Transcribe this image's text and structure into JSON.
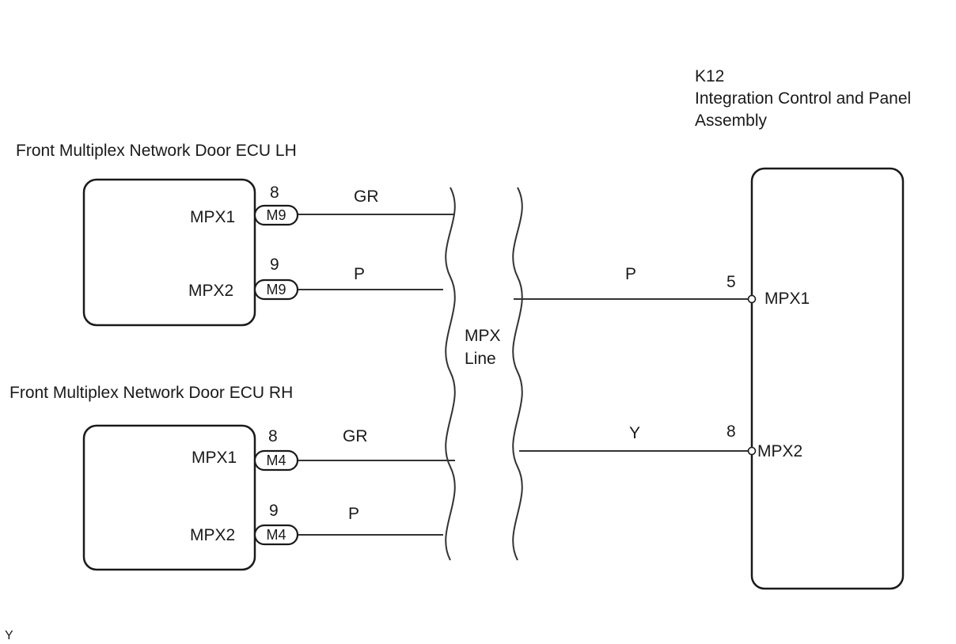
{
  "k12": {
    "code": "K12",
    "name_line1": "Integration Control and Panel",
    "name_line2": "Assembly",
    "pins": [
      {
        "pin": "5",
        "terminal": "MPX1",
        "wire_color": "P"
      },
      {
        "pin": "8",
        "terminal": "MPX2",
        "wire_color": "Y"
      }
    ]
  },
  "ecu_lh": {
    "title": "Front Multiplex Network Door ECU LH",
    "connector": "M9",
    "pins": [
      {
        "pin": "8",
        "terminal": "MPX1",
        "wire_color": "GR"
      },
      {
        "pin": "9",
        "terminal": "MPX2",
        "wire_color": "P"
      }
    ]
  },
  "ecu_rh": {
    "title": "Front Multiplex Network Door ECU RH",
    "connector": "M4",
    "pins": [
      {
        "pin": "8",
        "terminal": "MPX1",
        "wire_color": "GR"
      },
      {
        "pin": "9",
        "terminal": "MPX2",
        "wire_color": "P"
      }
    ]
  },
  "mpx_line": {
    "line1": "MPX",
    "line2": "Line"
  },
  "corner_mark": "Y"
}
